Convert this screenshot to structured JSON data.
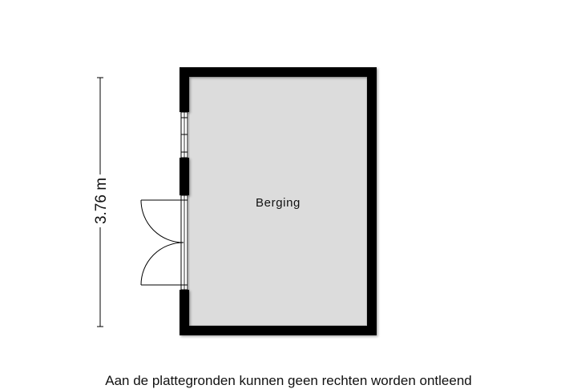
{
  "floorplan": {
    "rooms": [
      {
        "name": "Berging"
      }
    ],
    "dimensions": {
      "vertical": "3.76 m"
    }
  },
  "disclaimer": "Aan de plattegronden kunnen geen rechten worden ontleend",
  "colors": {
    "wall": "#000000",
    "floor": "#dcdcdc",
    "background": "#ffffff"
  }
}
